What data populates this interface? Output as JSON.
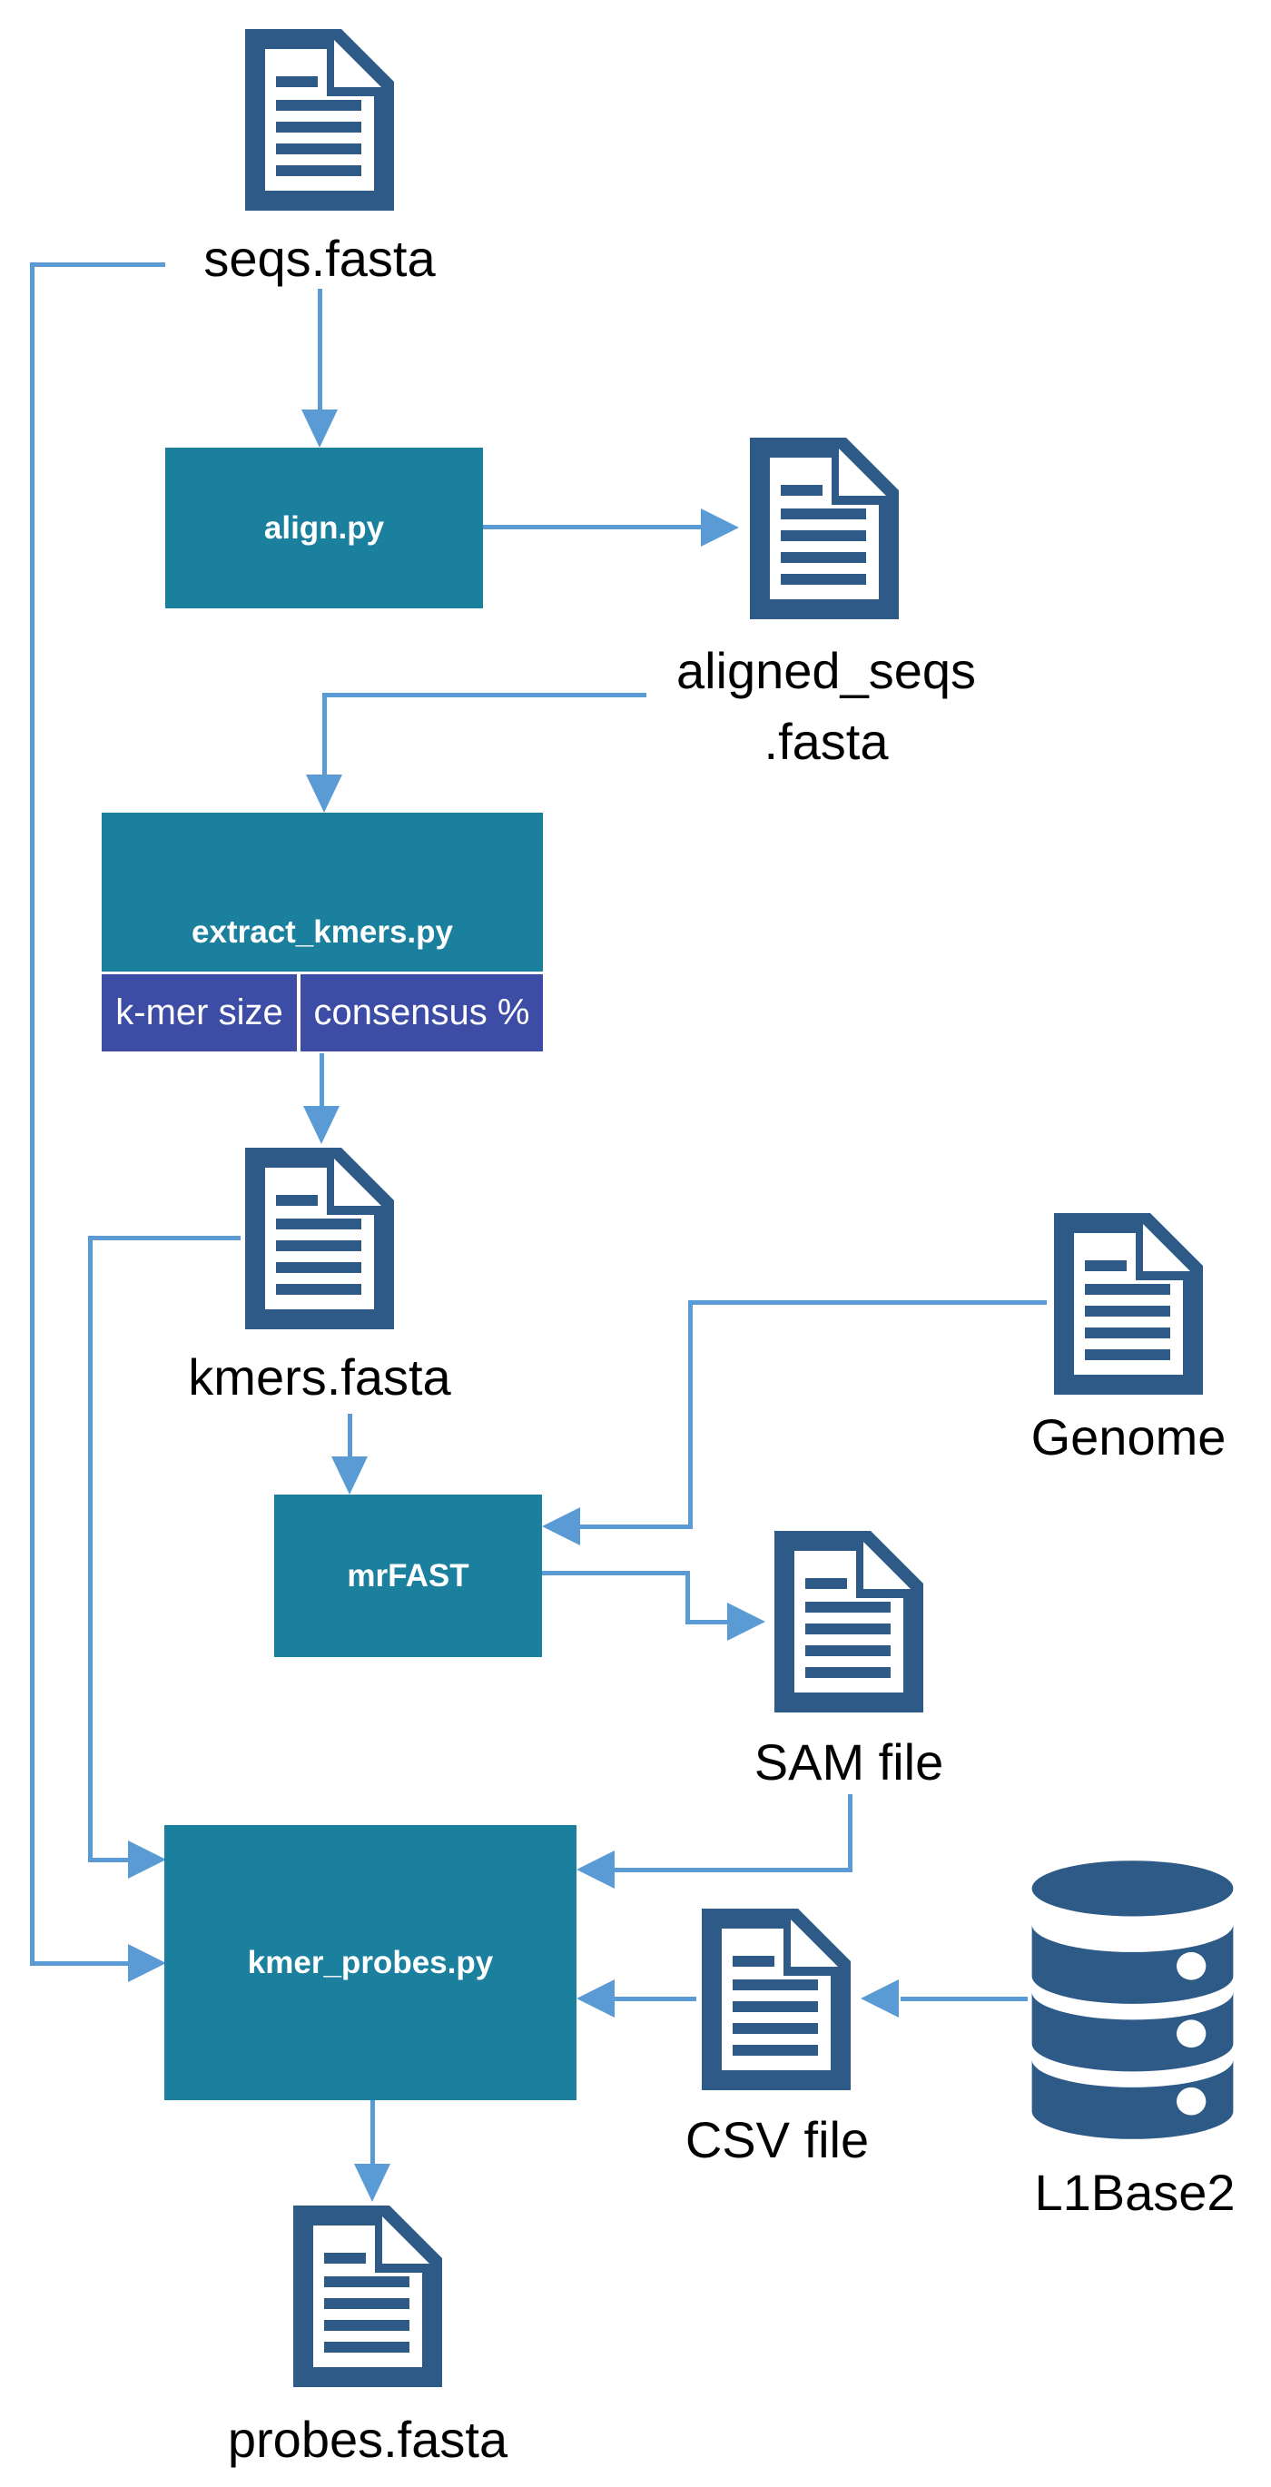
{
  "colors": {
    "arrow": "#5B9BD5",
    "icon": "#2E5A87",
    "process": "#1B7F9E",
    "parameter": "#3D4DA6",
    "label": "#000000",
    "process_text": "#FFFFFF"
  },
  "nodes": {
    "seqs_fasta": {
      "label": "seqs.fasta",
      "kind": "file"
    },
    "align_py": {
      "label": "align.py",
      "kind": "script"
    },
    "aligned_seqs_fasta": {
      "label_line1": "aligned_seqs",
      "label_line2": ".fasta",
      "kind": "file"
    },
    "extract_kmers_py": {
      "label": "extract_kmers.py",
      "kind": "script",
      "params": {
        "kmer_size": "k-mer size",
        "consensus": "consensus %"
      }
    },
    "kmers_fasta": {
      "label": "kmers.fasta",
      "kind": "file"
    },
    "genome": {
      "label": "Genome",
      "kind": "file"
    },
    "mrfast": {
      "label": "mrFAST",
      "kind": "tool"
    },
    "sam_file": {
      "label": "SAM file",
      "kind": "file"
    },
    "kmer_probes_py": {
      "label": "kmer_probes.py",
      "kind": "script"
    },
    "csv_file": {
      "label": "CSV file",
      "kind": "file"
    },
    "l1base2": {
      "label": "L1Base2",
      "kind": "database"
    },
    "probes_fasta": {
      "label": "probes.fasta",
      "kind": "file"
    }
  },
  "edges": [
    {
      "from": "seqs.fasta",
      "to": "align.py"
    },
    {
      "from": "align.py",
      "to": "aligned_seqs.fasta"
    },
    {
      "from": "aligned_seqs.fasta",
      "to": "extract_kmers.py"
    },
    {
      "from": "extract_kmers.py",
      "to": "kmers.fasta"
    },
    {
      "from": "kmers.fasta",
      "to": "mrFAST"
    },
    {
      "from": "Genome",
      "to": "mrFAST"
    },
    {
      "from": "mrFAST",
      "to": "SAM file"
    },
    {
      "from": "SAM file",
      "to": "kmer_probes.py"
    },
    {
      "from": "seqs.fasta",
      "to": "kmer_probes.py"
    },
    {
      "from": "kmers.fasta",
      "to": "kmer_probes.py"
    },
    {
      "from": "L1Base2",
      "to": "CSV file"
    },
    {
      "from": "CSV file",
      "to": "kmer_probes.py"
    },
    {
      "from": "kmer_probes.py",
      "to": "probes.fasta"
    }
  ]
}
